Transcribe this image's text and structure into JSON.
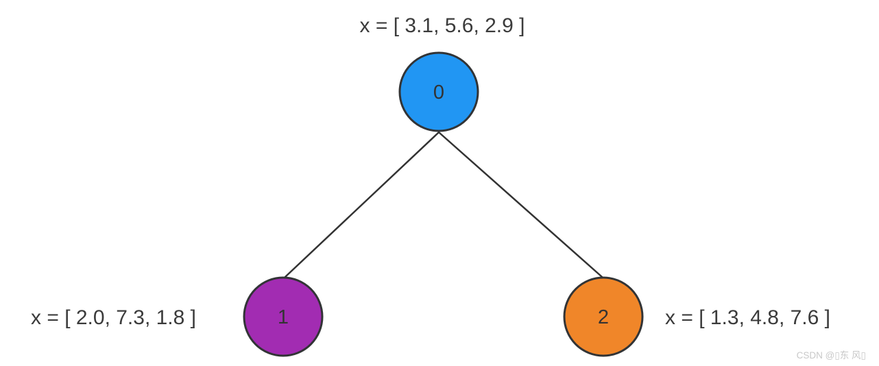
{
  "graph": {
    "nodes": [
      {
        "id": "0",
        "label": "0",
        "color": "#2196F3",
        "feature_label": "x = [ 3.1, 5.6, 2.9 ]"
      },
      {
        "id": "1",
        "label": "1",
        "color": "#A22CB2",
        "feature_label": "x = [ 2.0, 7.3, 1.8 ]"
      },
      {
        "id": "2",
        "label": "2",
        "color": "#F08629",
        "feature_label": "x = [ 1.3, 4.8, 7.6 ]"
      }
    ],
    "edges": [
      {
        "from": "0",
        "to": "1"
      },
      {
        "from": "0",
        "to": "2"
      }
    ]
  },
  "colors": {
    "edge": "#333333",
    "node_outline": "#323436",
    "node_text": "#333333",
    "label_text": "#3B3B3B",
    "watermark": "#C8C8C8",
    "background": "#FFFFFF"
  },
  "watermark": {
    "text": "CSDN @▯东 风▯"
  }
}
